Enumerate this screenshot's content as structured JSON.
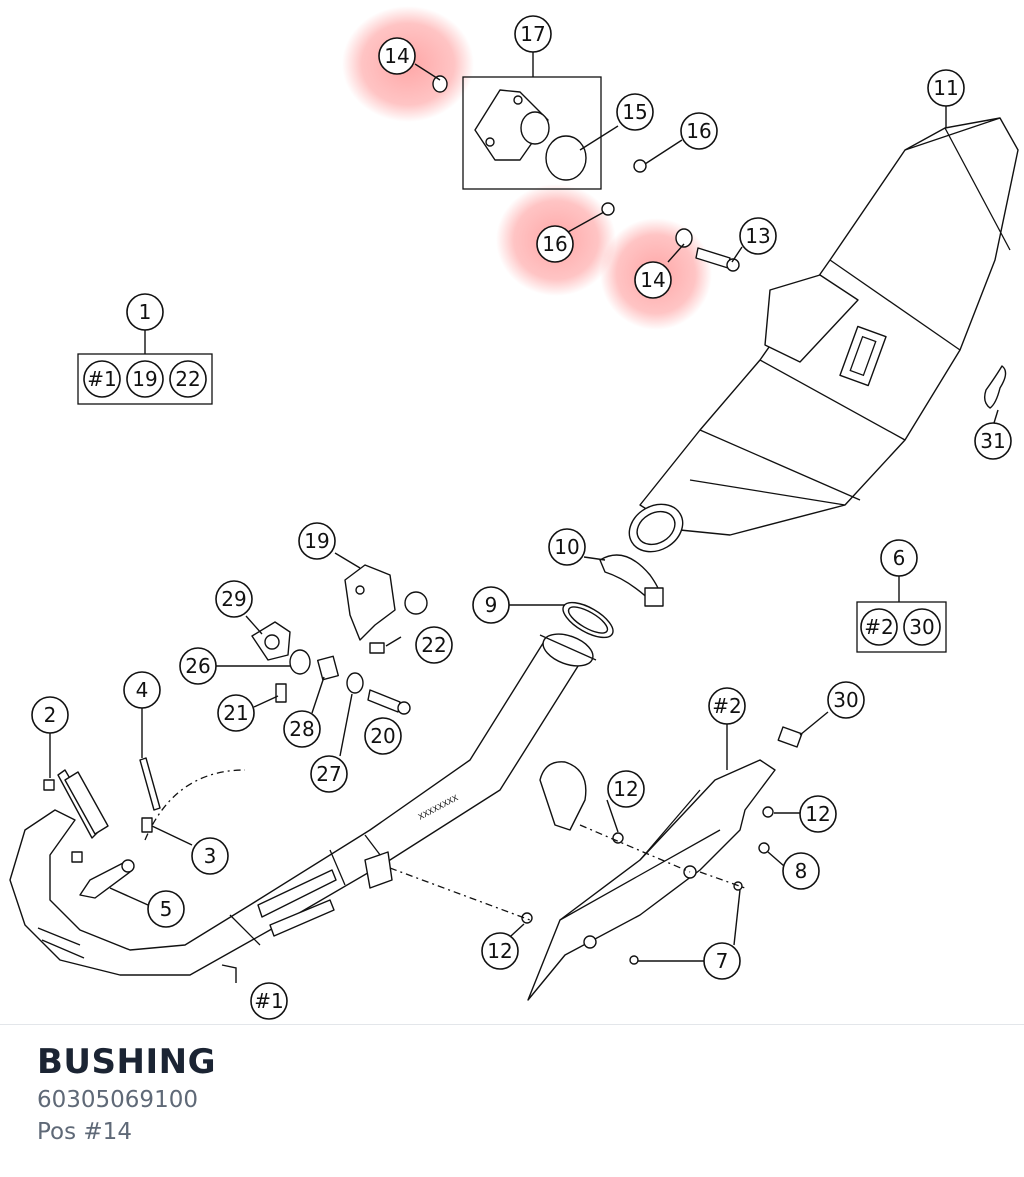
{
  "part": {
    "name": "BUSHING",
    "number": "60305069100",
    "position": "Pos #14"
  },
  "colors": {
    "highlight": "#ff3b3b",
    "title": "#1b2433",
    "subtext": "#5f6977"
  },
  "callouts": {
    "c1": "1",
    "c2": "2",
    "c3": "3",
    "c4": "4",
    "c5": "5",
    "c6": "6",
    "c7": "7",
    "c8": "8",
    "c9": "9",
    "c10": "10",
    "c11": "11",
    "c12a": "12",
    "c12b": "12",
    "c12c": "12",
    "c13": "13",
    "c14a": "14",
    "c14b": "14",
    "c15": "15",
    "c16a": "16",
    "c16b": "16",
    "c17": "17",
    "c19": "19",
    "c20": "20",
    "c21": "21",
    "c22": "22",
    "c26": "26",
    "c27": "27",
    "c28": "28",
    "c29": "29",
    "c30": "30",
    "c31": "31",
    "ch1": "#1",
    "ch2": "#2"
  },
  "kits": {
    "kit1": {
      "items": [
        "#1",
        "19",
        "22"
      ]
    },
    "kit6": {
      "items": [
        "#2",
        "30"
      ]
    }
  }
}
